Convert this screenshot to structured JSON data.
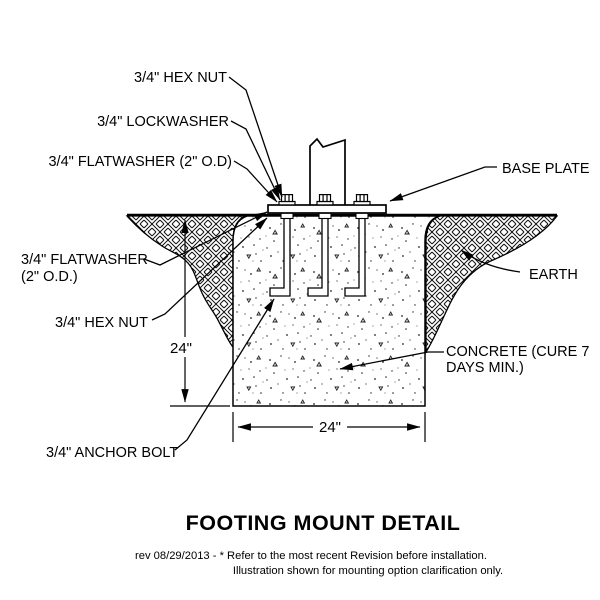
{
  "title": "FOOTING MOUNT DETAIL",
  "footer": {
    "line1": "rev 08/29/2013 - * Refer to the most recent Revision before installation.",
    "line2": "Illustration shown for mounting option clarification only."
  },
  "labels": {
    "hex_nut_top": "3/4\" HEX NUT",
    "lockwasher": "3/4\" LOCKWASHER",
    "flatwasher_top": "3/4\" FLATWASHER (2\" O.D)",
    "base_plate": "BASE PLATE",
    "flatwasher_left_1": "3/4\" FLATWASHER",
    "flatwasher_left_2": "(2\" O.D.)",
    "hex_nut_left": "3/4\" HEX NUT",
    "earth": "EARTH",
    "concrete_1": "CONCRETE (CURE 7",
    "concrete_2": "DAYS MIN.)",
    "anchor_bolt": "3/4\" ANCHOR BOLT",
    "dim_depth": "24\"",
    "dim_width": "24\""
  },
  "colors": {
    "line": "#000000",
    "background": "#ffffff"
  }
}
